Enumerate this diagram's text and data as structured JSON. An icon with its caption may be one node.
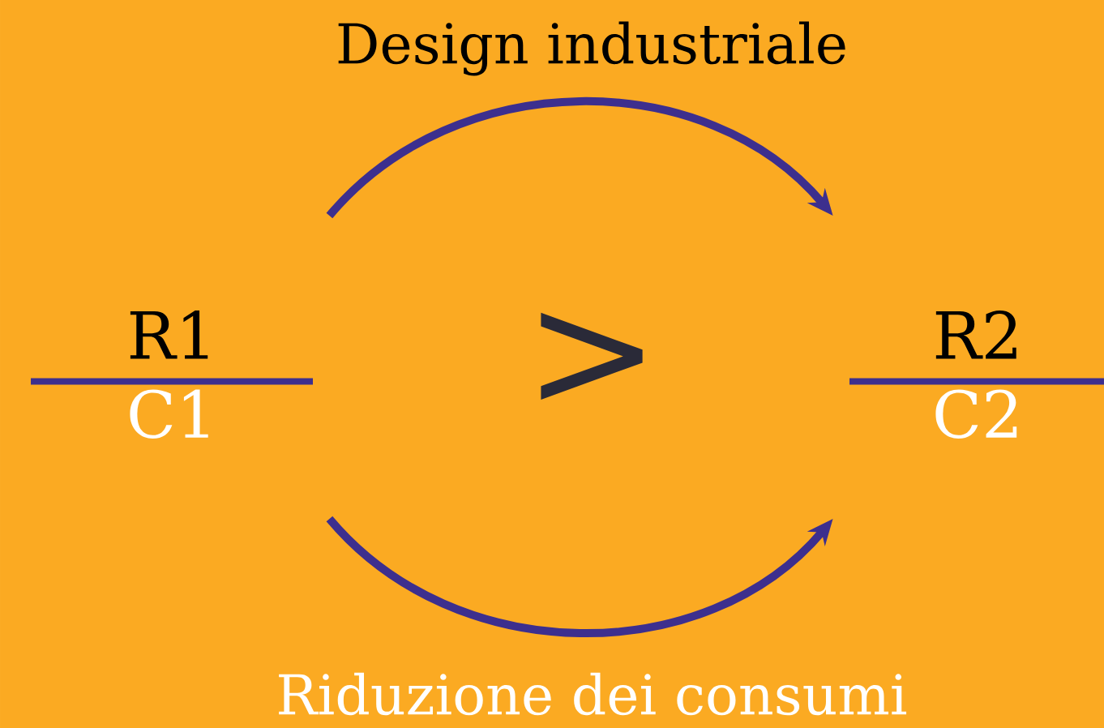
{
  "diagram": {
    "nodes": [
      {
        "text": [
          "R1",
          "C1"
        ]
      },
      {
        "text": [
          "R2",
          "C2"
        ]
      }
    ],
    "edges": [
      {
        "from": 0,
        "to": 1,
        "arrow": "to",
        "label": "Design industriale"
      },
      {
        "from": 0,
        "to": 1,
        "arrow": "to",
        "label": "Riduzione dei consumi"
      }
    ],
    "labels": [
      ">"
    ]
  }
}
